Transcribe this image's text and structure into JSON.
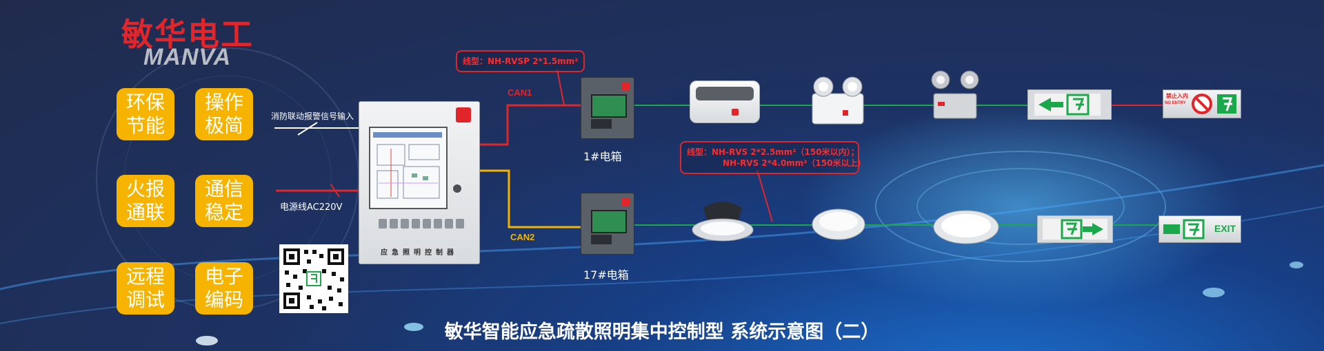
{
  "brand": {
    "name_cn": "敏华电工",
    "name_en": "MANVA"
  },
  "features": [
    "环保\n节能",
    "操作\n极简",
    "火报\n通联",
    "通信\n稳定",
    "远程\n调试",
    "电子\n编码"
  ],
  "controller": {
    "label": "应急照明控制器",
    "fire_input_label": "消防联动报警信号输入",
    "power_label": "电源线AC220V"
  },
  "buses": [
    {
      "name": "CAN1",
      "box_label": "1#电箱",
      "color": "#e0262a"
    },
    {
      "name": "CAN2",
      "box_label": "17#电箱",
      "color": "#f2b400"
    }
  ],
  "callouts": {
    "can1_cable": "线型：NH-RVSP  2*1.5mm²",
    "branch_cable_line1": "线型：NH-RVS 2*2.5mm²（150米以内）；",
    "branch_cable_line2": "NH-RVS 2*4.0mm²（150米以上）"
  },
  "signs": {
    "no_entry_cn": "禁止入内",
    "no_entry_en": "NO ENTRY",
    "exit": "EXIT"
  },
  "title": "敏华智能应急疏散照明集中控制型  系统示意图（二）",
  "colors": {
    "can1": "#e0262a",
    "can2": "#f2b400",
    "branch": "#1aa84a",
    "feature_bg": "#f6b400",
    "accent_red": "#e0262a"
  }
}
